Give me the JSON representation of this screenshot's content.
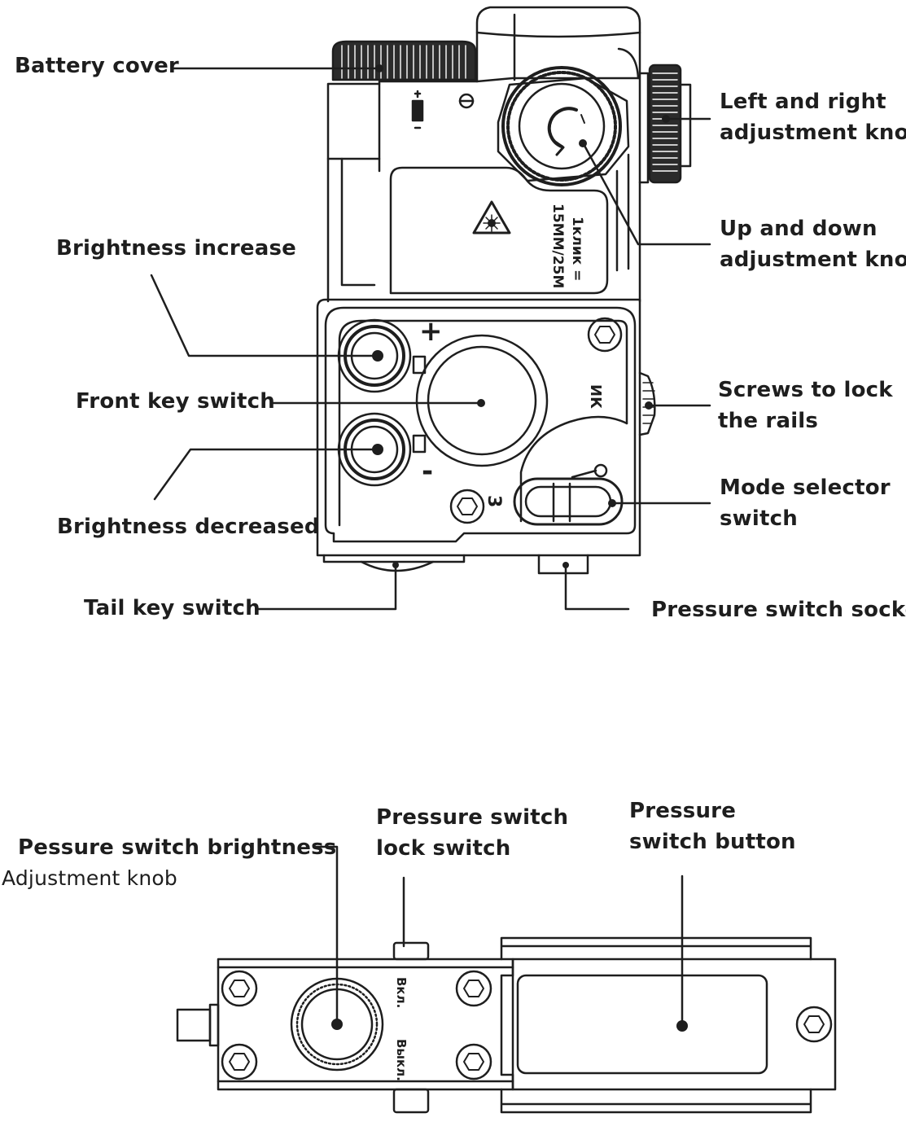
{
  "top_labels": {
    "battery_cover": "Battery cover",
    "lr_knob_1": "Left and right",
    "lr_knob_2": "adjustment knob",
    "ud_knob_1": "Up and down",
    "ud_knob_2": "adjustment knob",
    "brightness_increase": "Brightness increase",
    "front_key_switch": "Front key switch",
    "screws_1": "Screws to lock",
    "screws_2": "the rails",
    "brightness_decreased": "Brightness decreased",
    "mode_selector_1": "Mode selector",
    "mode_selector_2": "switch",
    "tail_key_switch": "Tail key switch",
    "pressure_socket": "Pressure switch socket"
  },
  "bottom_labels": {
    "ps_lock_1": "Pressure switch",
    "ps_lock_2": "lock switch",
    "ps_button_1": "Pressure",
    "ps_button_2": "switch button",
    "ps_brightness_1": "Pessure switch brightness",
    "ps_brightness_2": "Adjustment knob"
  },
  "device_markings": {
    "plus": "+",
    "minus": "-",
    "mode_ik": "ИК",
    "mode_3": "3",
    "click_1": "1клик =",
    "click_2": "15ММ/25М",
    "on": "Вкл.",
    "off": "Выкл."
  }
}
